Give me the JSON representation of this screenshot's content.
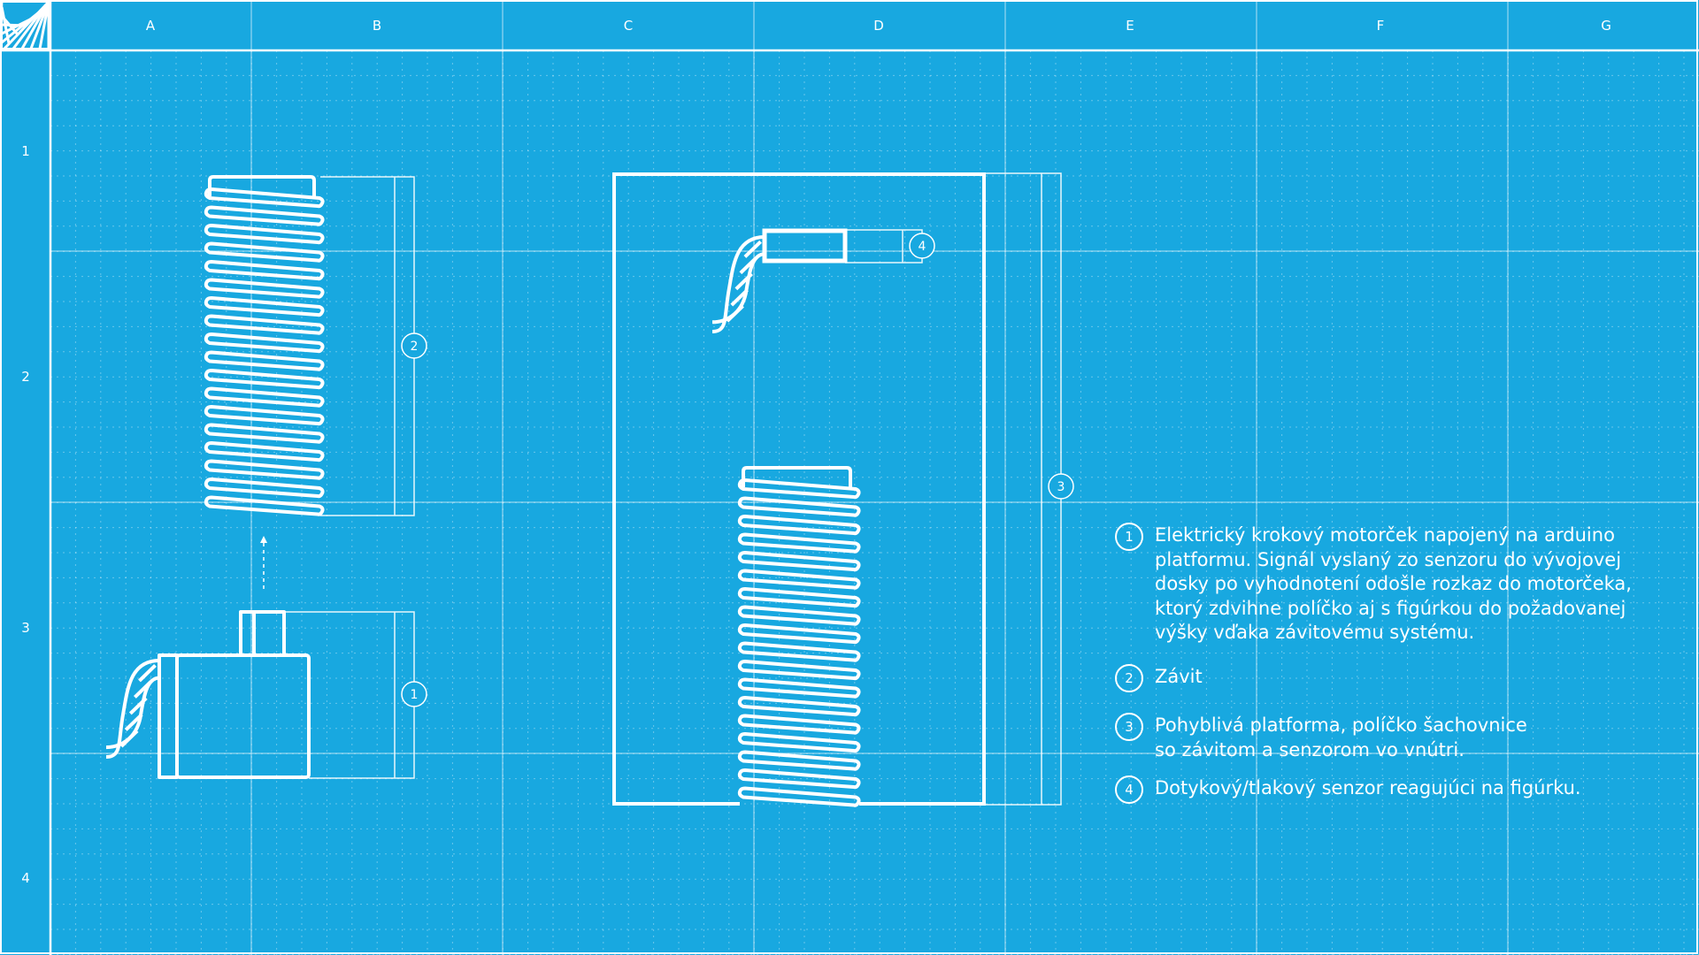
{
  "colors": {
    "background": "#18a8e0",
    "line": "#ffffff"
  },
  "columns": [
    "A",
    "B",
    "C",
    "D",
    "E",
    "F",
    "G"
  ],
  "rows": [
    "1",
    "2",
    "3",
    "4"
  ],
  "callouts": {
    "motor": "1",
    "thread": "2",
    "platform": "3",
    "sensor": "4"
  },
  "legend": [
    {
      "num": "1",
      "lines": [
        "Elektrický krokový motorček napojený na arduino",
        "platformu. Signál vyslaný zo senzoru do vývojovej",
        "dosky po vyhodnotení odošle rozkaz do motorčeka,",
        "ktorý zdvihne políčko aj s figúrkou do požadovanej",
        "výšky vďaka závitovému systému."
      ]
    },
    {
      "num": "2",
      "lines": [
        "Závit"
      ]
    },
    {
      "num": "3",
      "lines": [
        "Pohyblivá platforma, políčko šachovnice",
        "so závitom a senzorom vo vnútri."
      ]
    },
    {
      "num": "4",
      "lines": [
        "Dotykový/tlakový senzor reagujúci na figúrku."
      ]
    }
  ]
}
